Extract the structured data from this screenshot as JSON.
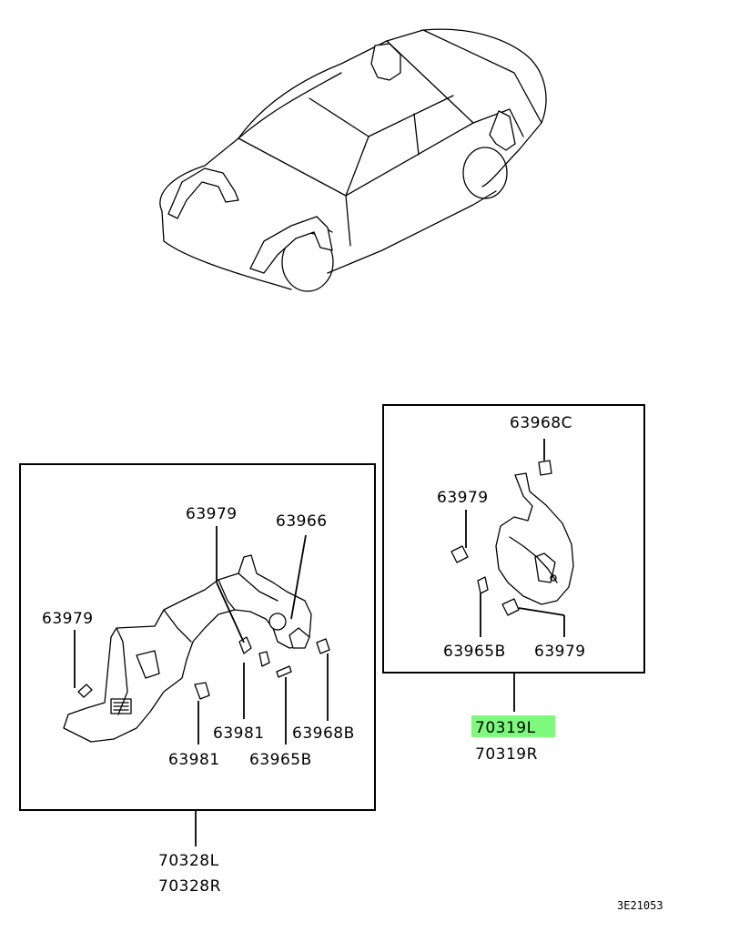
{
  "labels": {
    "l_63979_a": "63979",
    "l_63966": "63966",
    "l_63979_b": "63979",
    "l_63981_a": "63981",
    "l_63968b": "63968B",
    "l_63981_b": "63981",
    "l_63965b_a": "63965B",
    "l_70328l": "70328L",
    "l_70328r": "70328R",
    "l_63968c": "63968C",
    "l_63979_c": "63979",
    "l_63965b_b": "63965B",
    "l_63979_d": "63979",
    "l_70319l": "70319L",
    "l_70319r": "70319R",
    "l_ref": "3E21053"
  },
  "highlight_color": "#7dfa7d"
}
